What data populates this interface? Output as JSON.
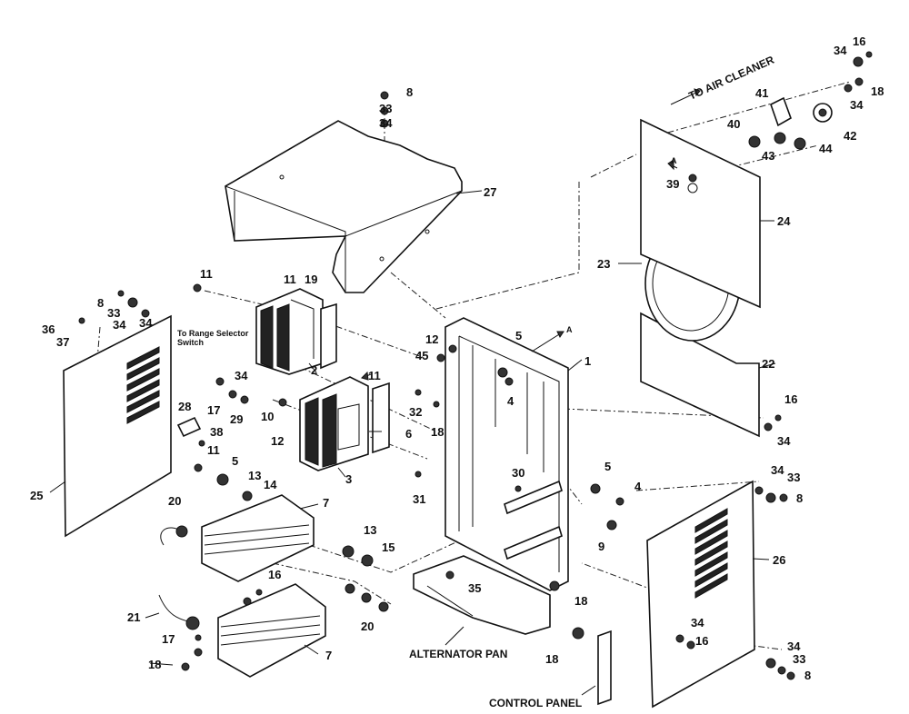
{
  "labels": {
    "to_air_cleaner": "TO AIR CLEANER",
    "arrow_a_top": "A",
    "arrow_a_mid": "A",
    "to_range_selector_1": "To Range Selector",
    "to_range_selector_2": "Switch",
    "alternator_pan": "ALTERNATOR PAN",
    "control_panel": "CONTROL PANEL"
  },
  "callouts": {
    "c1": "1",
    "c2": "2",
    "c3": "3",
    "c4a": "4",
    "c4b": "4",
    "c5a": "5",
    "c5b": "5",
    "c5c": "5",
    "c6": "6",
    "c7a": "7",
    "c7b": "7",
    "c8a": "8",
    "c8b": "8",
    "c8c": "8",
    "c8d": "8",
    "c9": "9",
    "c10": "10",
    "c11a": "11",
    "c11b": "11",
    "c11c": "11",
    "c11d": "11",
    "c12a": "12",
    "c12b": "12",
    "c13a": "13",
    "c13b": "13",
    "c14": "14",
    "c15": "15",
    "c16a": "16",
    "c16b": "16",
    "c16c": "16",
    "c16d": "16",
    "c17a": "17",
    "c17b": "17",
    "c18a": "18",
    "c18b": "18",
    "c18c": "18",
    "c18d": "18",
    "c18e": "18",
    "c19": "19",
    "c20a": "20",
    "c20b": "20",
    "c21": "21",
    "c22": "22",
    "c23": "23",
    "c24": "24",
    "c25": "25",
    "c26": "26",
    "c27": "27",
    "c28": "28",
    "c29": "29",
    "c30": "30",
    "c31": "31",
    "c32": "32",
    "c33a": "33",
    "c33b": "33",
    "c33c": "33",
    "c33d": "33",
    "c34a": "34",
    "c34b": "34",
    "c34c": "34",
    "c34d": "34",
    "c34e": "34",
    "c34f": "34",
    "c34g": "34",
    "c34h": "34",
    "c34i": "34",
    "c34j": "34",
    "c35": "35",
    "c36": "36",
    "c37": "37",
    "c38": "38",
    "c39": "39",
    "c40": "40",
    "c41": "41",
    "c42": "42",
    "c43": "43",
    "c44": "44",
    "c45": "45"
  }
}
